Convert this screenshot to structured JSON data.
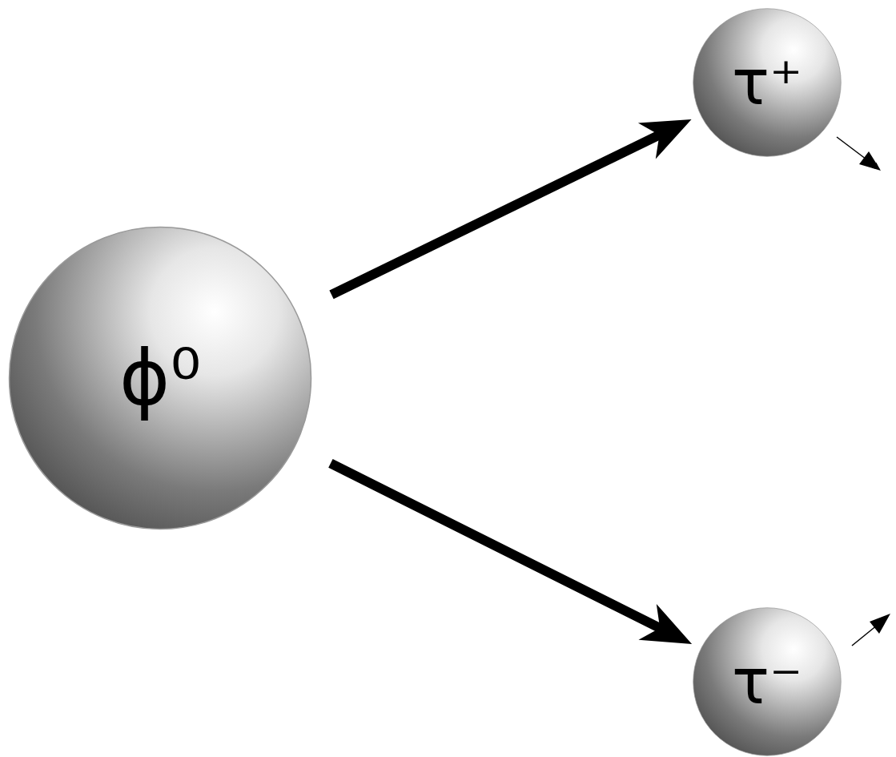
{
  "diagram": {
    "nodes": [
      {
        "text": [
          "ϕ⁰"
        ]
      },
      {
        "text": [
          "τ⁺"
        ]
      },
      {
        "text": [
          "τ⁻"
        ]
      }
    ],
    "edges": [
      {
        "from": 0,
        "to": 1,
        "arrow": "to"
      },
      {
        "from": 0,
        "to": 2,
        "arrow": "to"
      }
    ]
  }
}
